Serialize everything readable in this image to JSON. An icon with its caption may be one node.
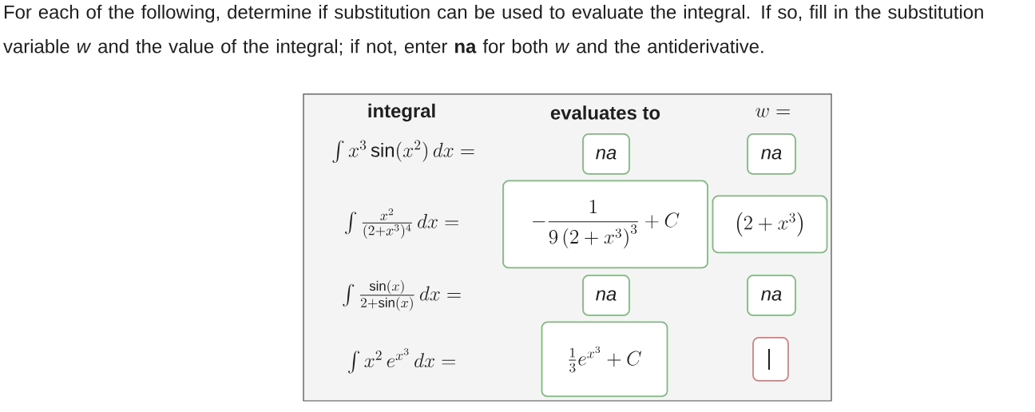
{
  "diagram": {
    "title": "For each of the following, determine if substitution can be used to evaluate the integral. If so, fill in the substitution variable *w* and the value of the integral; if not, enter **na** for both *w* and the antiderivative.",
    "nodes": [
      {
        "text": [
          "na"
        ]
      },
      {
        "text": [
          "na"
        ]
      },
      {
        "text": [
          "-\\frac{1}{9\\left(2+x^3\\right)^3}+C"
        ]
      },
      {
        "text": [
          "\\left(2+x^3\\right)"
        ]
      },
      {
        "text": [
          "na"
        ]
      },
      {
        "text": [
          "na"
        ]
      },
      {
        "text": [
          "\\frac{1}{3}e^{x^3}+C"
        ]
      },
      {
        "text": [],
        "shape": "box"
      }
    ],
    "labels": [
      "integral",
      "evaluates to",
      "w =",
      "\\int x^3\\sin(x^2)\\,dx =",
      "\\int \\tfrac{x^2}{(2+x^3)^4}\\,dx =",
      "\\int \\tfrac{\\sin(x)}{2+\\sin(x)}\\,dx =",
      "\\int x^2\\,e^{x^3}\\,dx ="
    ]
  }
}
